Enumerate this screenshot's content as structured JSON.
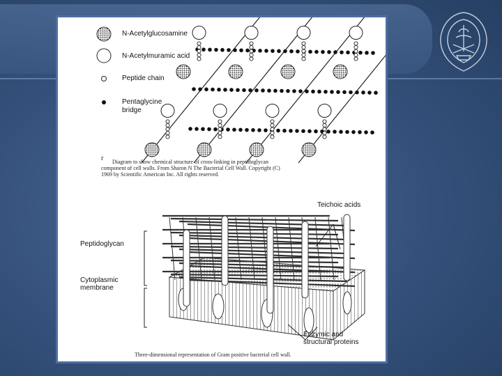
{
  "slide": {
    "background": "#34507a",
    "frame_border": "#4d6fa0"
  },
  "legend": {
    "items": [
      {
        "label": "N-Acetylglucosamine",
        "icon": "hatched-circle-icon"
      },
      {
        "label": "N-Acetylmuramic acid",
        "icon": "open-circle-icon"
      },
      {
        "label": "Peptide chain",
        "icon": "small-open-circle-icon"
      },
      {
        "label": "Pentaglycine",
        "icon": "filled-dot-icon"
      },
      {
        "label": "bridge",
        "icon": ""
      }
    ]
  },
  "diagram1": {
    "figure_mark": "r",
    "caption_lines": [
      "Diagram to show chemical structure of cross-linking in peptidoglycan",
      "component of cell walls. From Sharon N The Bacterial Cell Wall. Copyright (C)",
      "1969 by Scientific American Inc. All rights reserved."
    ]
  },
  "diagram2": {
    "labels": {
      "teichoic": "Teichoic acids",
      "peptidoglycan": "Peptidoglycan",
      "membrane_1": "Cytoplasmic",
      "membrane_2": "membrane",
      "enzymic_1": "Enzymic and",
      "enzymic_2": "structural proteins"
    },
    "caption": "Three-dimensional representation of Gram positive bacterial cell wall."
  }
}
